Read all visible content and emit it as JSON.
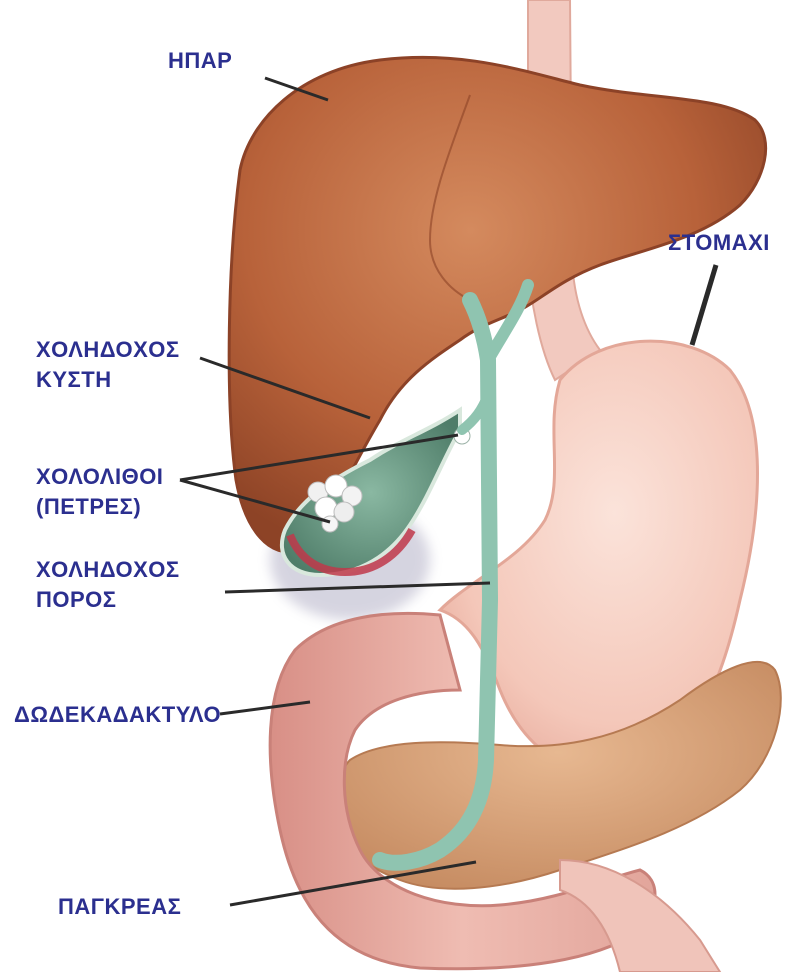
{
  "labels": {
    "liver": "ΗΠΑΡ",
    "stomach": "ΣΤΟΜΑΧΙ",
    "gallbladder_line1": "ΧΟΛΗΔΟΧΟΣ",
    "gallbladder_line2": "ΚΥΣΤΗ",
    "gallstones_line1": "ΧΟΛΟΛΙΘΟΙ",
    "gallstones_line2": "(ΠΕΤΡΕΣ)",
    "bile_duct_line1": "ΧΟΛΗΔΟΧΟΣ",
    "bile_duct_line2": "ΠΟΡΟΣ",
    "duodenum": "ΔΩΔΕΚΑΔΑΚΤΥΛΟ",
    "pancreas": "ΠΑΓΚΡΕΑΣ"
  },
  "colors": {
    "label_text": "#2b2f8f",
    "leader_line": "#2a2a2a",
    "liver": "#b8623a",
    "stomach": "#f6cfc3",
    "gallbladder": "#6f9a86",
    "bile_duct": "#8fc4b0",
    "pancreas": "#d8a27a",
    "duodenum": "#eab0a6"
  }
}
